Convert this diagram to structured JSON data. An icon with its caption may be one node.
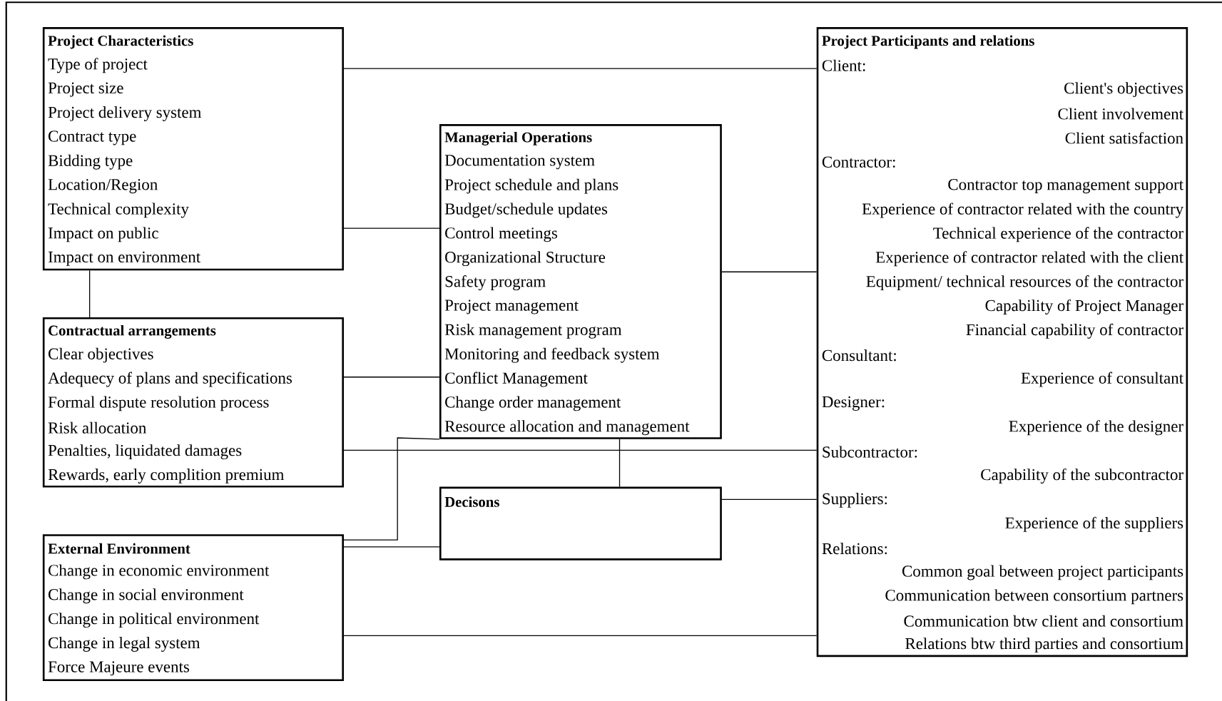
{
  "diagram": {
    "nodes": [
      {
        "text": [
          "Project Characteristics",
          "Type of project",
          "Project size",
          "Project delivery system",
          "Contract type",
          "Bidding type",
          "Location/Region",
          "Technical complexity",
          "Impact on public",
          "Impact on environment"
        ]
      },
      {
        "text": [
          "Project Participants  and relations",
          "Client:",
          "Client's objectives",
          "Client involvement",
          "Client satisfaction",
          "Contractor:",
          "Contractor top management support",
          "Experience of contractor related with the country",
          "Technical experience of the contractor",
          "Experience of contractor related with the client",
          "Equipment/ technical resources of the contractor",
          "Capability of Project Manager",
          "Financial capability of contractor",
          "Consultant:",
          "Experience of consultant",
          "Designer:",
          "Experience of the designer",
          "Subcontractor:",
          "Capability of the subcontractor",
          "Suppliers:",
          "Experience of the suppliers",
          "Relations:",
          "Common goal between project participants",
          "Communication between consortium partners",
          "Communication btw client and consortium",
          "Relations btw third parties and consortium"
        ]
      },
      {
        "text": [
          "Managerial Operations",
          "Documentation system",
          "Project schedule and plans",
          "Budget/schedule updates",
          "Control meetings",
          "Organizational Structure",
          "Safety program",
          "Project management",
          "Risk management program",
          "Monitoring and feedback system",
          "Conflict Management",
          "Change order management",
          "Resource allocation and management"
        ]
      },
      {
        "text": [
          "Contractual arrangements",
          "Clear objectives",
          "Adequecy of plans and specifications",
          "Formal dispute resolution process",
          "Risk allocation",
          "Penalties, liquidated damages",
          "Rewards, early complition premium"
        ]
      },
      {
        "text": [
          "Decisons"
        ]
      },
      {
        "text": [
          "External Environment",
          "Change in economic environment",
          "Change in social environment",
          "Change in political environment",
          "Change in legal system",
          "Force Majeure events"
        ]
      }
    ],
    "edges": [
      {
        "from": 0,
        "to": 1,
        "arrow": "none"
      },
      {
        "from": 0,
        "to": 2,
        "arrow": "none"
      },
      {
        "from": 0,
        "to": 3,
        "arrow": "none"
      },
      {
        "from": 2,
        "to": 1,
        "arrow": "none"
      },
      {
        "from": 3,
        "to": 2,
        "arrow": "none"
      },
      {
        "from": 3,
        "to": 1,
        "arrow": "none"
      },
      {
        "from": 2,
        "to": 4,
        "arrow": "none"
      },
      {
        "from": 4,
        "to": 1,
        "arrow": "none"
      },
      {
        "from": 5,
        "to": 2,
        "arrow": "none"
      },
      {
        "from": 5,
        "to": 4,
        "arrow": "none"
      },
      {
        "from": 5,
        "to": 1,
        "arrow": "none"
      }
    ]
  }
}
